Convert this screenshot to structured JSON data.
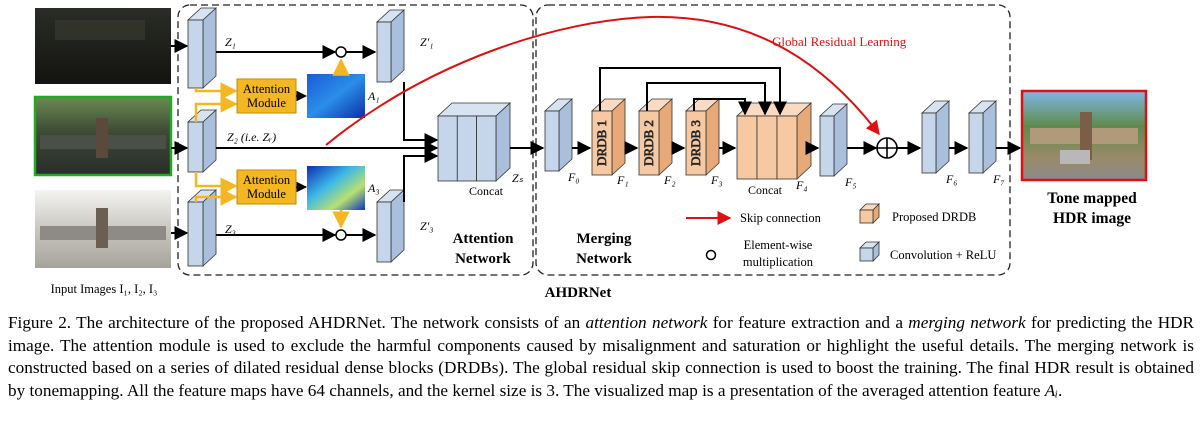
{
  "sections": {
    "attention": [
      "Attention",
      "Network"
    ],
    "merging": [
      "Merging",
      "Network"
    ],
    "overall": "AHDRNet"
  },
  "inputs_label": "Input Images I₁, I₂, I₃",
  "features": {
    "z1": "Z₁",
    "z1p": "Z′₁",
    "z2": "Z₂ (i.e. Zᵣ)",
    "z3": "Z₃",
    "z3p": "Z′₃",
    "zs": "Zₛ",
    "a1": "A₁",
    "a3": "A₃",
    "f0": "F₀",
    "f1": "F₁",
    "f2": "F₂",
    "f3": "F₃",
    "f4": "F₄",
    "f5": "F₅",
    "f6": "F₆",
    "f7": "F₇"
  },
  "modules": {
    "attention": [
      "Attention",
      "Module"
    ]
  },
  "concat_label": "Concat",
  "drdb": [
    "DRDB 1",
    "DRDB 2",
    "DRDB 3"
  ],
  "global_residual": "Global Residual Learning",
  "output_label": [
    "Tone mapped",
    "HDR image"
  ],
  "legend": {
    "skip": "Skip connection",
    "drdb": "Proposed DRDB",
    "mult": [
      "Element-wise",
      "multiplication"
    ],
    "conv": "Convolution + ReLU"
  },
  "colors": {
    "conv_block": "#c5d5ea",
    "drdb_block": "#f6c9a3",
    "attention_module": "#f4b724",
    "skip_red": "#dd1111",
    "green_frame": "#22aa22",
    "red_frame": "#dd1111"
  },
  "caption": {
    "seg1": "Figure 2. The architecture of the proposed AHDRNet. The network consists of an ",
    "att": "attention network",
    "seg2": " for feature extraction and a ",
    "merge": "merging network",
    "seg3": " for predicting the HDR image. The attention module is used to exclude the harmful components caused by misalignment and saturation or highlight the useful details. The merging network is constructed based on a series of dilated residual dense blocks (DRDBs). The global residual skip connection is used to boost the training. The final HDR result is obtained by tonemapping. All the feature maps have 64 channels, and the kernel size is 3. The visualized map is a presentation of the averaged attention feature ",
    "ai": "Aᵢ",
    "seg4": "."
  }
}
